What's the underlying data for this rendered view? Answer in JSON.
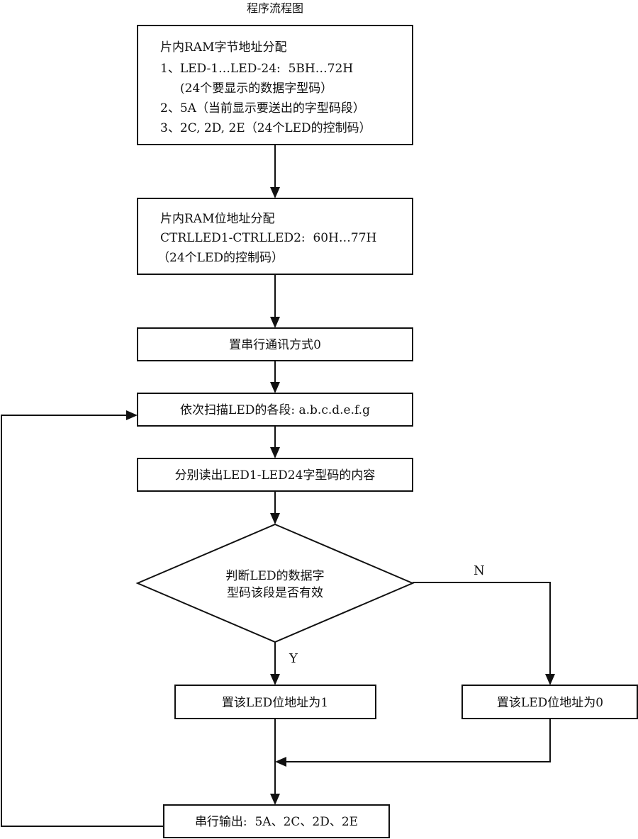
{
  "title": "程序流程图",
  "colors": {
    "stroke": "#111111",
    "text": "#111111",
    "background": "#ffffff"
  },
  "nodes": {
    "byte_alloc": {
      "type": "process",
      "lines": [
        "片内RAM字节地址分配",
        "1、LED-1…LED-24:  5BH…72H",
        " (24个要显示的数据字型码）",
        "2、5A（当前显示要送出的字型码段）",
        "3、2C, 2D, 2E（24个LED的控制码）"
      ]
    },
    "bit_alloc": {
      "type": "process",
      "lines": [
        "片内RAM位地址分配",
        "CTRLLED1-CTRLLED2:  60H…77H",
        "（24个LED的控制码）"
      ]
    },
    "serial_mode": {
      "type": "process",
      "text": "置串行通讯方式0"
    },
    "scan_segments": {
      "type": "process",
      "text": "依次扫描LED的各段: a.b.c.d.e.f.g"
    },
    "read_codes": {
      "type": "process",
      "text": "分别读出LED1-LED24字型码的内容"
    },
    "decision": {
      "type": "decision",
      "lines": [
        "判断LED的数据字",
        "型码该段是否有效"
      ]
    },
    "set_bit_1": {
      "type": "process",
      "text": "置该LED位地址为1"
    },
    "set_bit_0": {
      "type": "process",
      "text": "置该LED位地址为0"
    },
    "serial_output": {
      "type": "process",
      "text": "串行输出:  5A、2C、2D、2E"
    }
  },
  "edge_labels": {
    "yes": "Y",
    "no": "N"
  },
  "edges": [
    {
      "from": "byte_alloc",
      "to": "bit_alloc"
    },
    {
      "from": "bit_alloc",
      "to": "serial_mode"
    },
    {
      "from": "serial_mode",
      "to": "scan_segments"
    },
    {
      "from": "scan_segments",
      "to": "read_codes"
    },
    {
      "from": "read_codes",
      "to": "decision"
    },
    {
      "from": "decision",
      "to": "set_bit_1",
      "label": "Y"
    },
    {
      "from": "decision",
      "to": "set_bit_0",
      "label": "N"
    },
    {
      "from": "set_bit_1",
      "to": "serial_output"
    },
    {
      "from": "set_bit_0",
      "to": "serial_output"
    },
    {
      "from": "serial_output",
      "to": "scan_segments",
      "note": "loop back"
    }
  ]
}
